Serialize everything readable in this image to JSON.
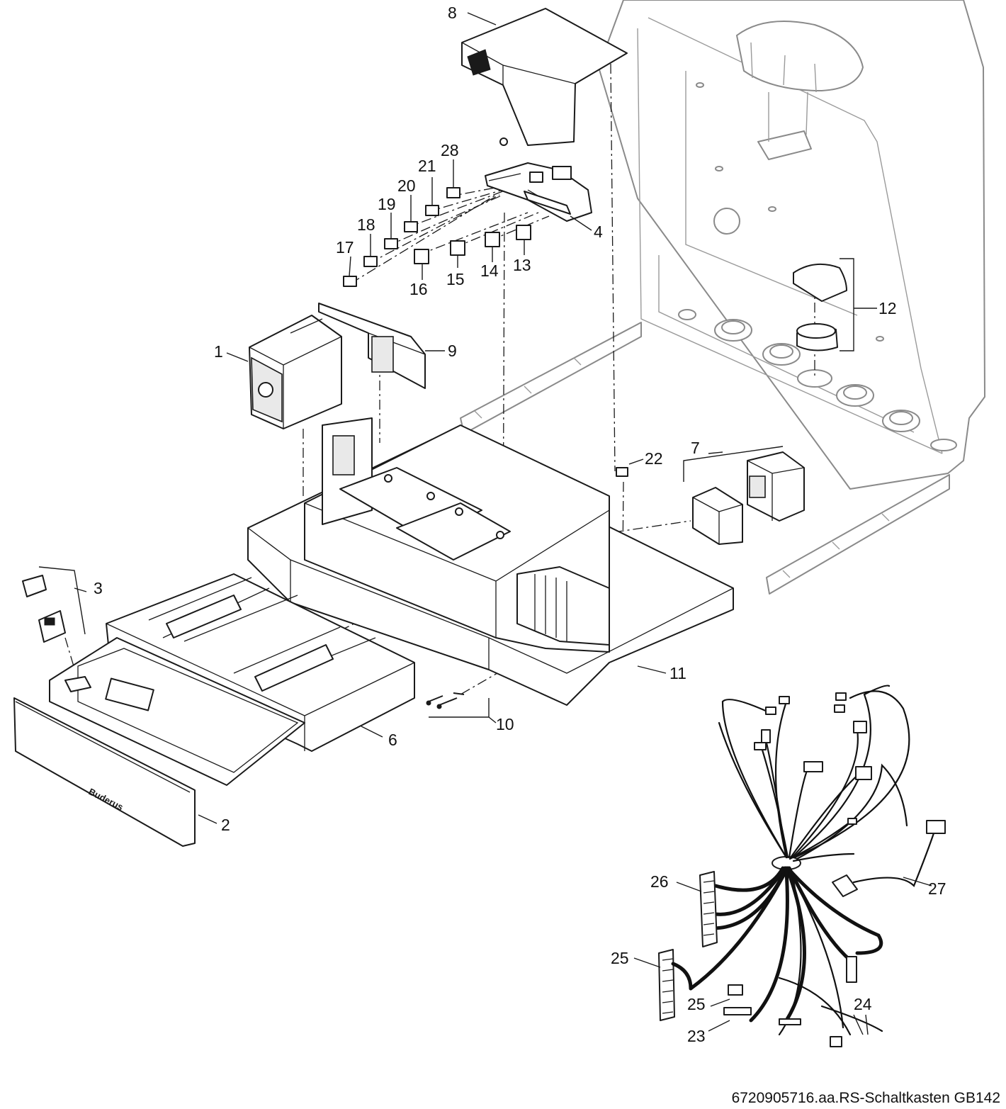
{
  "figure": {
    "reference_code": "6720905716.aa.RS-Schaltkasten GB142",
    "brand_text": "Buderus"
  },
  "callouts": [
    {
      "id": "1",
      "label": "1"
    },
    {
      "id": "2",
      "label": "2"
    },
    {
      "id": "3",
      "label": "3"
    },
    {
      "id": "4",
      "label": "4"
    },
    {
      "id": "6",
      "label": "6"
    },
    {
      "id": "7",
      "label": "7"
    },
    {
      "id": "8",
      "label": "8"
    },
    {
      "id": "9",
      "label": "9"
    },
    {
      "id": "10",
      "label": "10"
    },
    {
      "id": "11",
      "label": "11"
    },
    {
      "id": "12",
      "label": "12"
    },
    {
      "id": "13",
      "label": "13"
    },
    {
      "id": "14",
      "label": "14"
    },
    {
      "id": "15",
      "label": "15"
    },
    {
      "id": "16",
      "label": "16"
    },
    {
      "id": "17",
      "label": "17"
    },
    {
      "id": "18",
      "label": "18"
    },
    {
      "id": "19",
      "label": "19"
    },
    {
      "id": "20",
      "label": "20"
    },
    {
      "id": "21",
      "label": "21"
    },
    {
      "id": "22",
      "label": "22"
    },
    {
      "id": "23",
      "label": "23"
    },
    {
      "id": "24",
      "label": "24"
    },
    {
      "id": "25a",
      "label": "25"
    },
    {
      "id": "25b",
      "label": "25"
    },
    {
      "id": "26",
      "label": "26"
    },
    {
      "id": "27",
      "label": "27"
    },
    {
      "id": "28",
      "label": "28"
    }
  ]
}
